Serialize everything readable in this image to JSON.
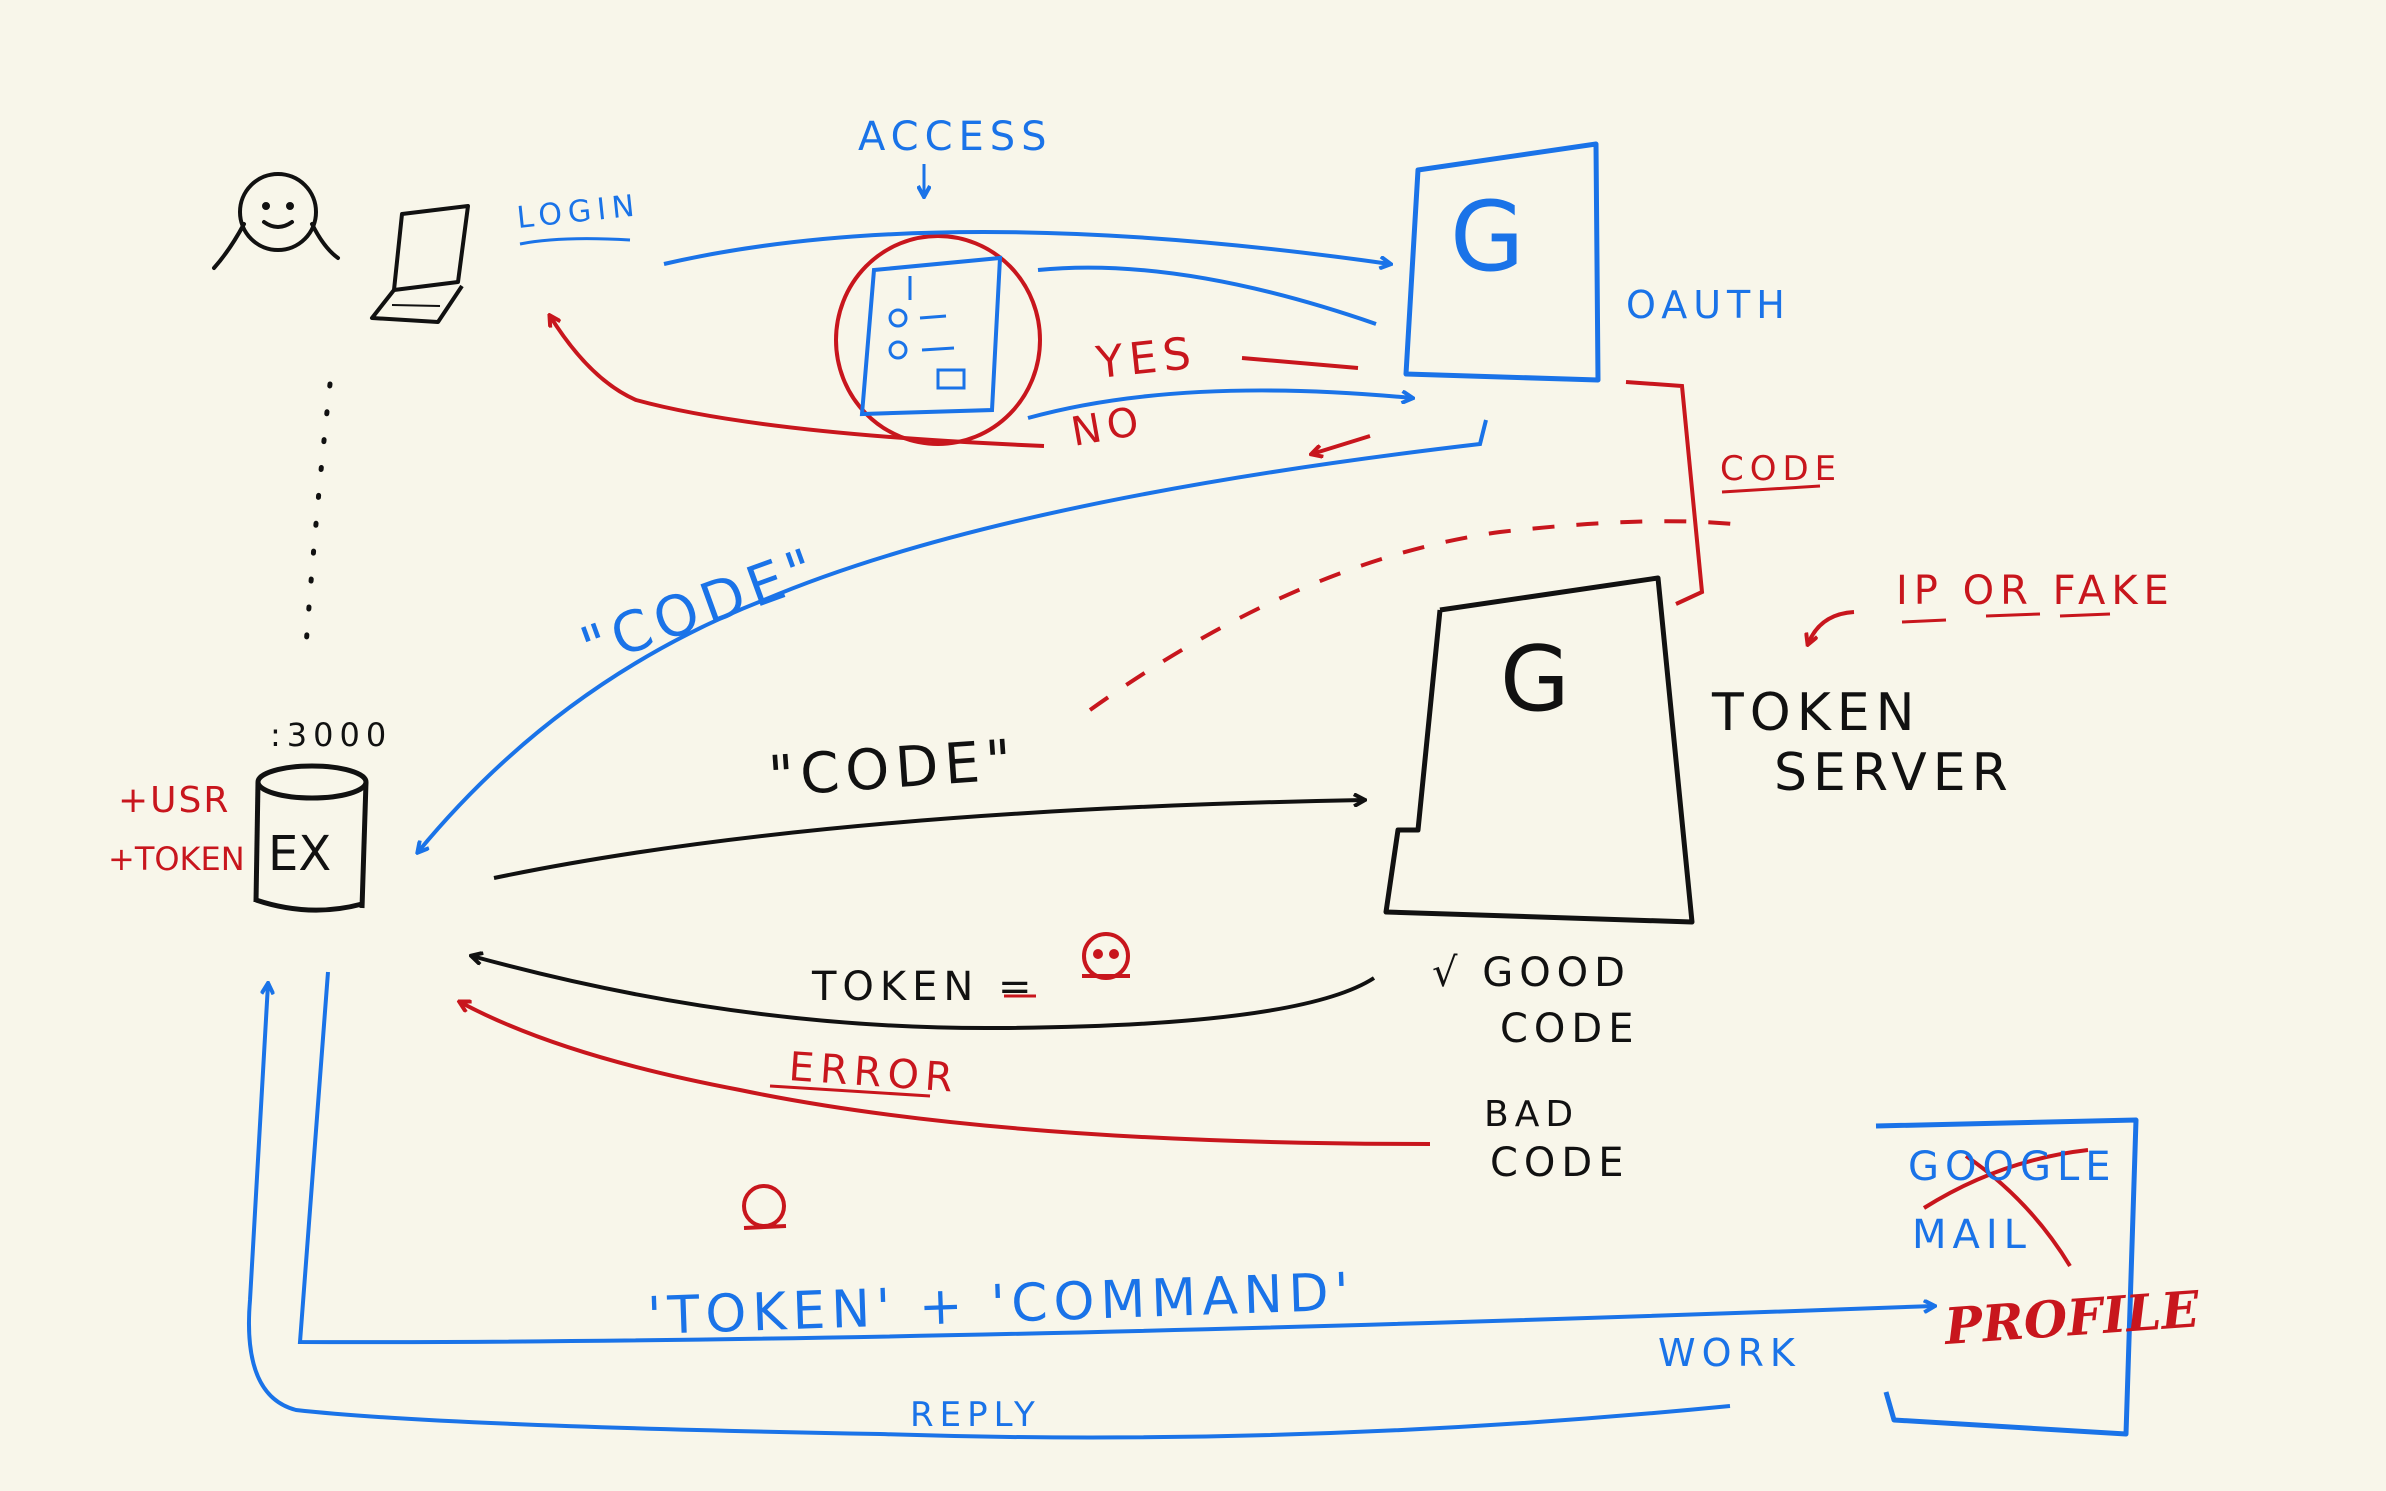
{
  "colors": {
    "background": "#f8f6ea",
    "black": "#111111",
    "blue": "#1a73e8",
    "red": "#c8161d"
  },
  "labels": {
    "access": "ACCESS",
    "login": "LOGIN",
    "g_top": "G",
    "oauth": "OAUTH",
    "yes": "YES",
    "no": "NO",
    "code_red": "CODE",
    "code_quoted_blue": "\"CODE\"",
    "ip_or_fake": "IP OR FAKE",
    "port": ":3000",
    "user_token_line1": "+USR",
    "user_token_line2": "+TOKEN",
    "ex": "EX",
    "code_quoted_black": "\"CODE\"",
    "g_bottom": "G",
    "token_server_line1": "TOKEN",
    "token_server_line2": "SERVER",
    "token_eq": "TOKEN =",
    "good_code_line1": "√ GOOD",
    "good_code_line2": "CODE",
    "error": "ERROR",
    "bad_code_line1": "BAD",
    "bad_code_line2": "CODE",
    "token_command": "'TOKEN' + 'COMMAND'",
    "google_line1": "GOOGLE",
    "google_line2": "MAIL",
    "profile": "PROFILE",
    "work": "WORK",
    "reply": "REPLY"
  }
}
